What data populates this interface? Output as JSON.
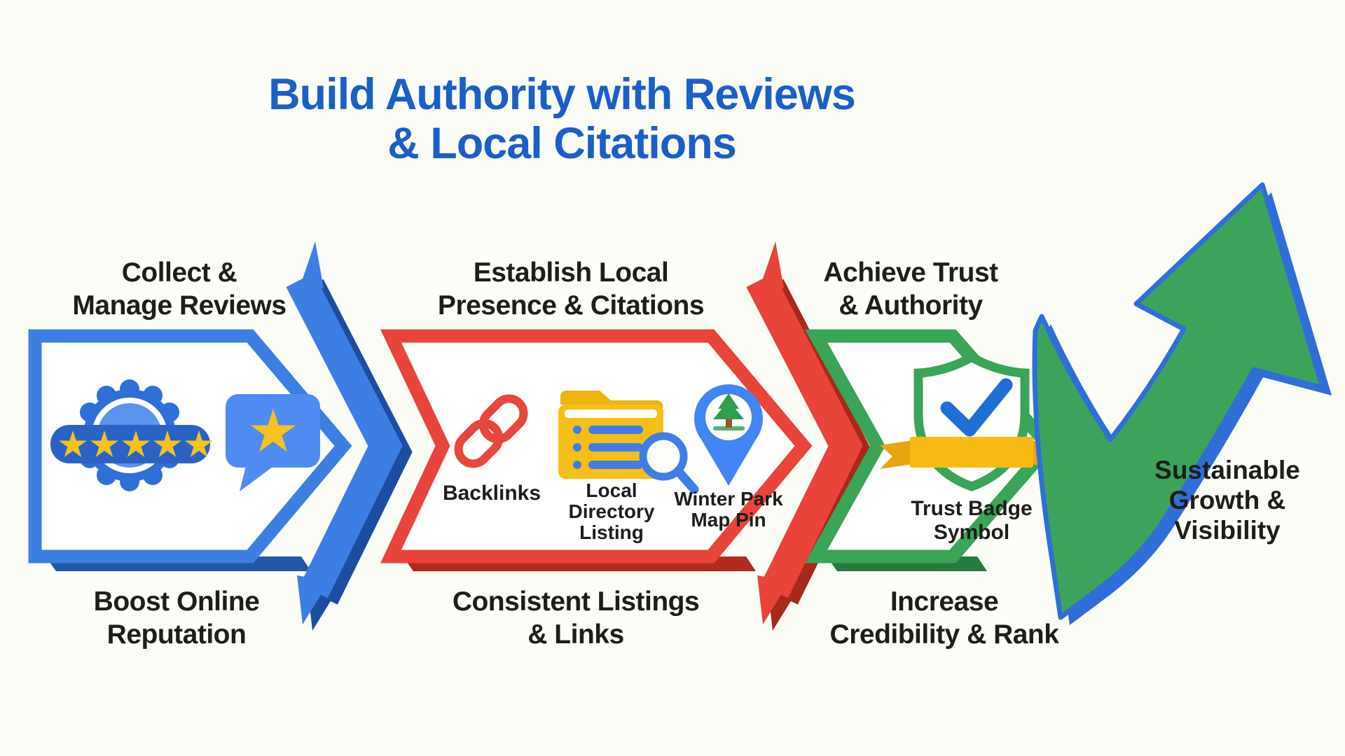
{
  "title": {
    "line1": "Build Authority with Reviews",
    "line2": "& Local Citations"
  },
  "stage1": {
    "top1": "Collect &",
    "top2": "Manage Reviews",
    "bottom1": "Boost Online",
    "bottom2": "Reputation"
  },
  "stage2": {
    "top1": "Establish Local",
    "top2": "Presence & Citations",
    "bottom1": "Consistent Listings",
    "bottom2": "& Links",
    "backlinks_label": "Backlinks",
    "directory_line1": "Local",
    "directory_line2": "Directory",
    "directory_line3": "Listing",
    "pin_line1": "Winter Park",
    "pin_line2": "Map Pin"
  },
  "stage3": {
    "top1": "Achieve Trust",
    "top2": "& Authority",
    "bottom1": "Increase",
    "bottom2": "Credibility & Rank",
    "badge1": "Trust Badge",
    "badge2": "Symbol"
  },
  "outcome": {
    "line1": "Sustainable",
    "line2": "Growth &",
    "line3": "Visibility"
  },
  "colors": {
    "title_blue": "#1a5fc8",
    "arrow_blue": "#3d7ee3",
    "arrow_blue_dark": "#1c4da0",
    "arrow_red": "#e8443a",
    "arrow_red_dark": "#a8281b",
    "arrow_green": "#3aa457",
    "growth_green": "#3da35b",
    "yellow": "#f5bb13",
    "text_black": "#1d1d1b"
  }
}
